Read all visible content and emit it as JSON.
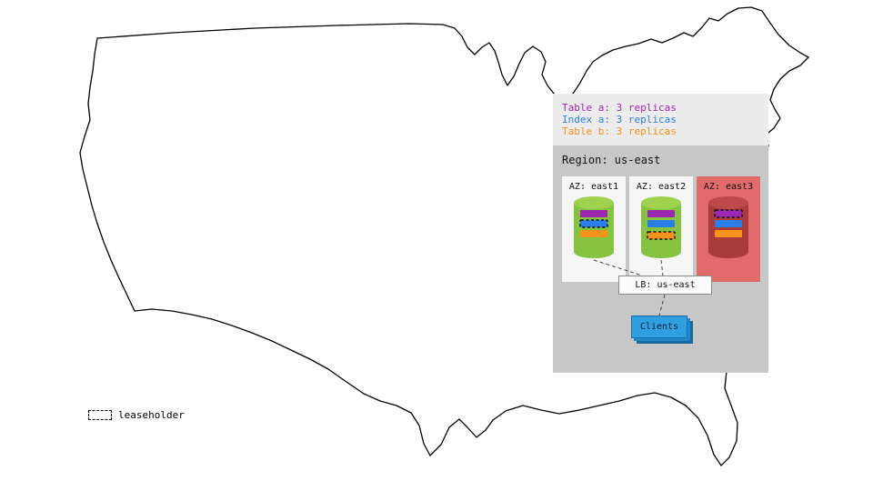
{
  "legend": {
    "items": [
      {
        "label": "Table a: 3 replicas"
      },
      {
        "label": "Index a: 3 replicas"
      },
      {
        "label": "Table b: 3 replicas"
      }
    ]
  },
  "region": {
    "title": "Region: us-east",
    "azs": [
      {
        "label": "AZ: east1",
        "leaseholder": "Index a",
        "down": false
      },
      {
        "label": "AZ: east2",
        "leaseholder": "Table b",
        "down": false
      },
      {
        "label": "AZ: east3",
        "leaseholder": "Table a",
        "down": true
      }
    ],
    "lb": {
      "label": "LB: us-east"
    },
    "clients": {
      "label": "Clients"
    }
  },
  "map_legend": {
    "label": "leaseholder"
  },
  "colors": {
    "table_a": "#9c27b0",
    "index_a": "#2b7de9",
    "table_b": "#f5921b",
    "az_down": "#e16a6a",
    "cylinder_up": "#86c440",
    "cylinder_up_top": "#9fd34f",
    "cylinder_down": "#a93b3b",
    "cylinder_down_top": "#bc4a4a",
    "clients": "#2f9fdf"
  }
}
